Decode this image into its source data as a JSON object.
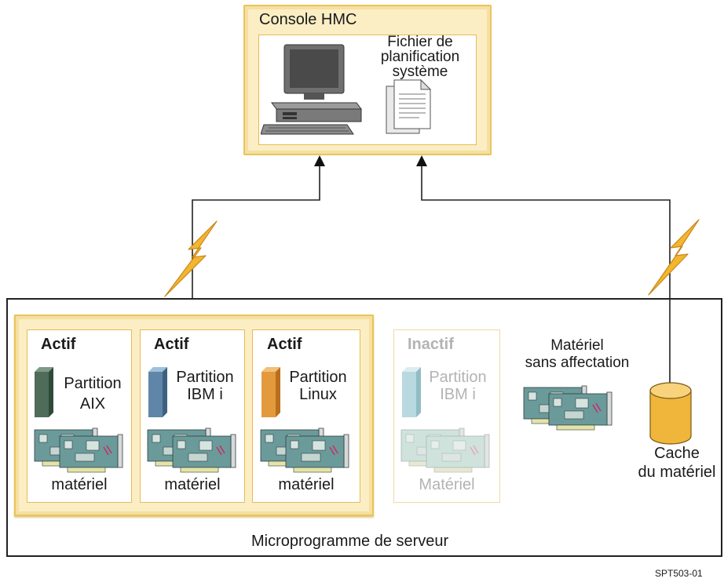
{
  "hmc": {
    "title": "Console HMC",
    "plan_file_label": [
      "Fichier de",
      "planification",
      "système"
    ]
  },
  "partitions": [
    {
      "status": "Actif",
      "name_lines": [
        "Partition",
        "AIX"
      ],
      "hardware_label": "matériel",
      "state": "active",
      "color": "#4f6c5a"
    },
    {
      "status": "Actif",
      "name_lines": [
        "Partition",
        "IBM i"
      ],
      "hardware_label": "matériel",
      "state": "active",
      "color": "#5f86a8"
    },
    {
      "status": "Actif",
      "name_lines": [
        "Partition",
        "Linux"
      ],
      "hardware_label": "matériel",
      "state": "active",
      "color": "#e39a3c"
    },
    {
      "status": "Inactif",
      "name_lines": [
        "Partition",
        "IBM i"
      ],
      "hardware_label": "Matériel",
      "state": "inactive",
      "color": "#b8d9df"
    }
  ],
  "unassigned_hardware": [
    "Matériel",
    "sans affectation"
  ],
  "hardware_cache": [
    "Cache",
    "du matériel"
  ],
  "firmware": "Microprogramme de serveur",
  "figure_code": "SPT503-01",
  "colors": {
    "group_fill": "#fbeec4",
    "group_border": "#e8c45d",
    "lightning": "#f2b62f",
    "card_teal": "#6b9a9a",
    "inactive_text": "#b3b3b3"
  }
}
